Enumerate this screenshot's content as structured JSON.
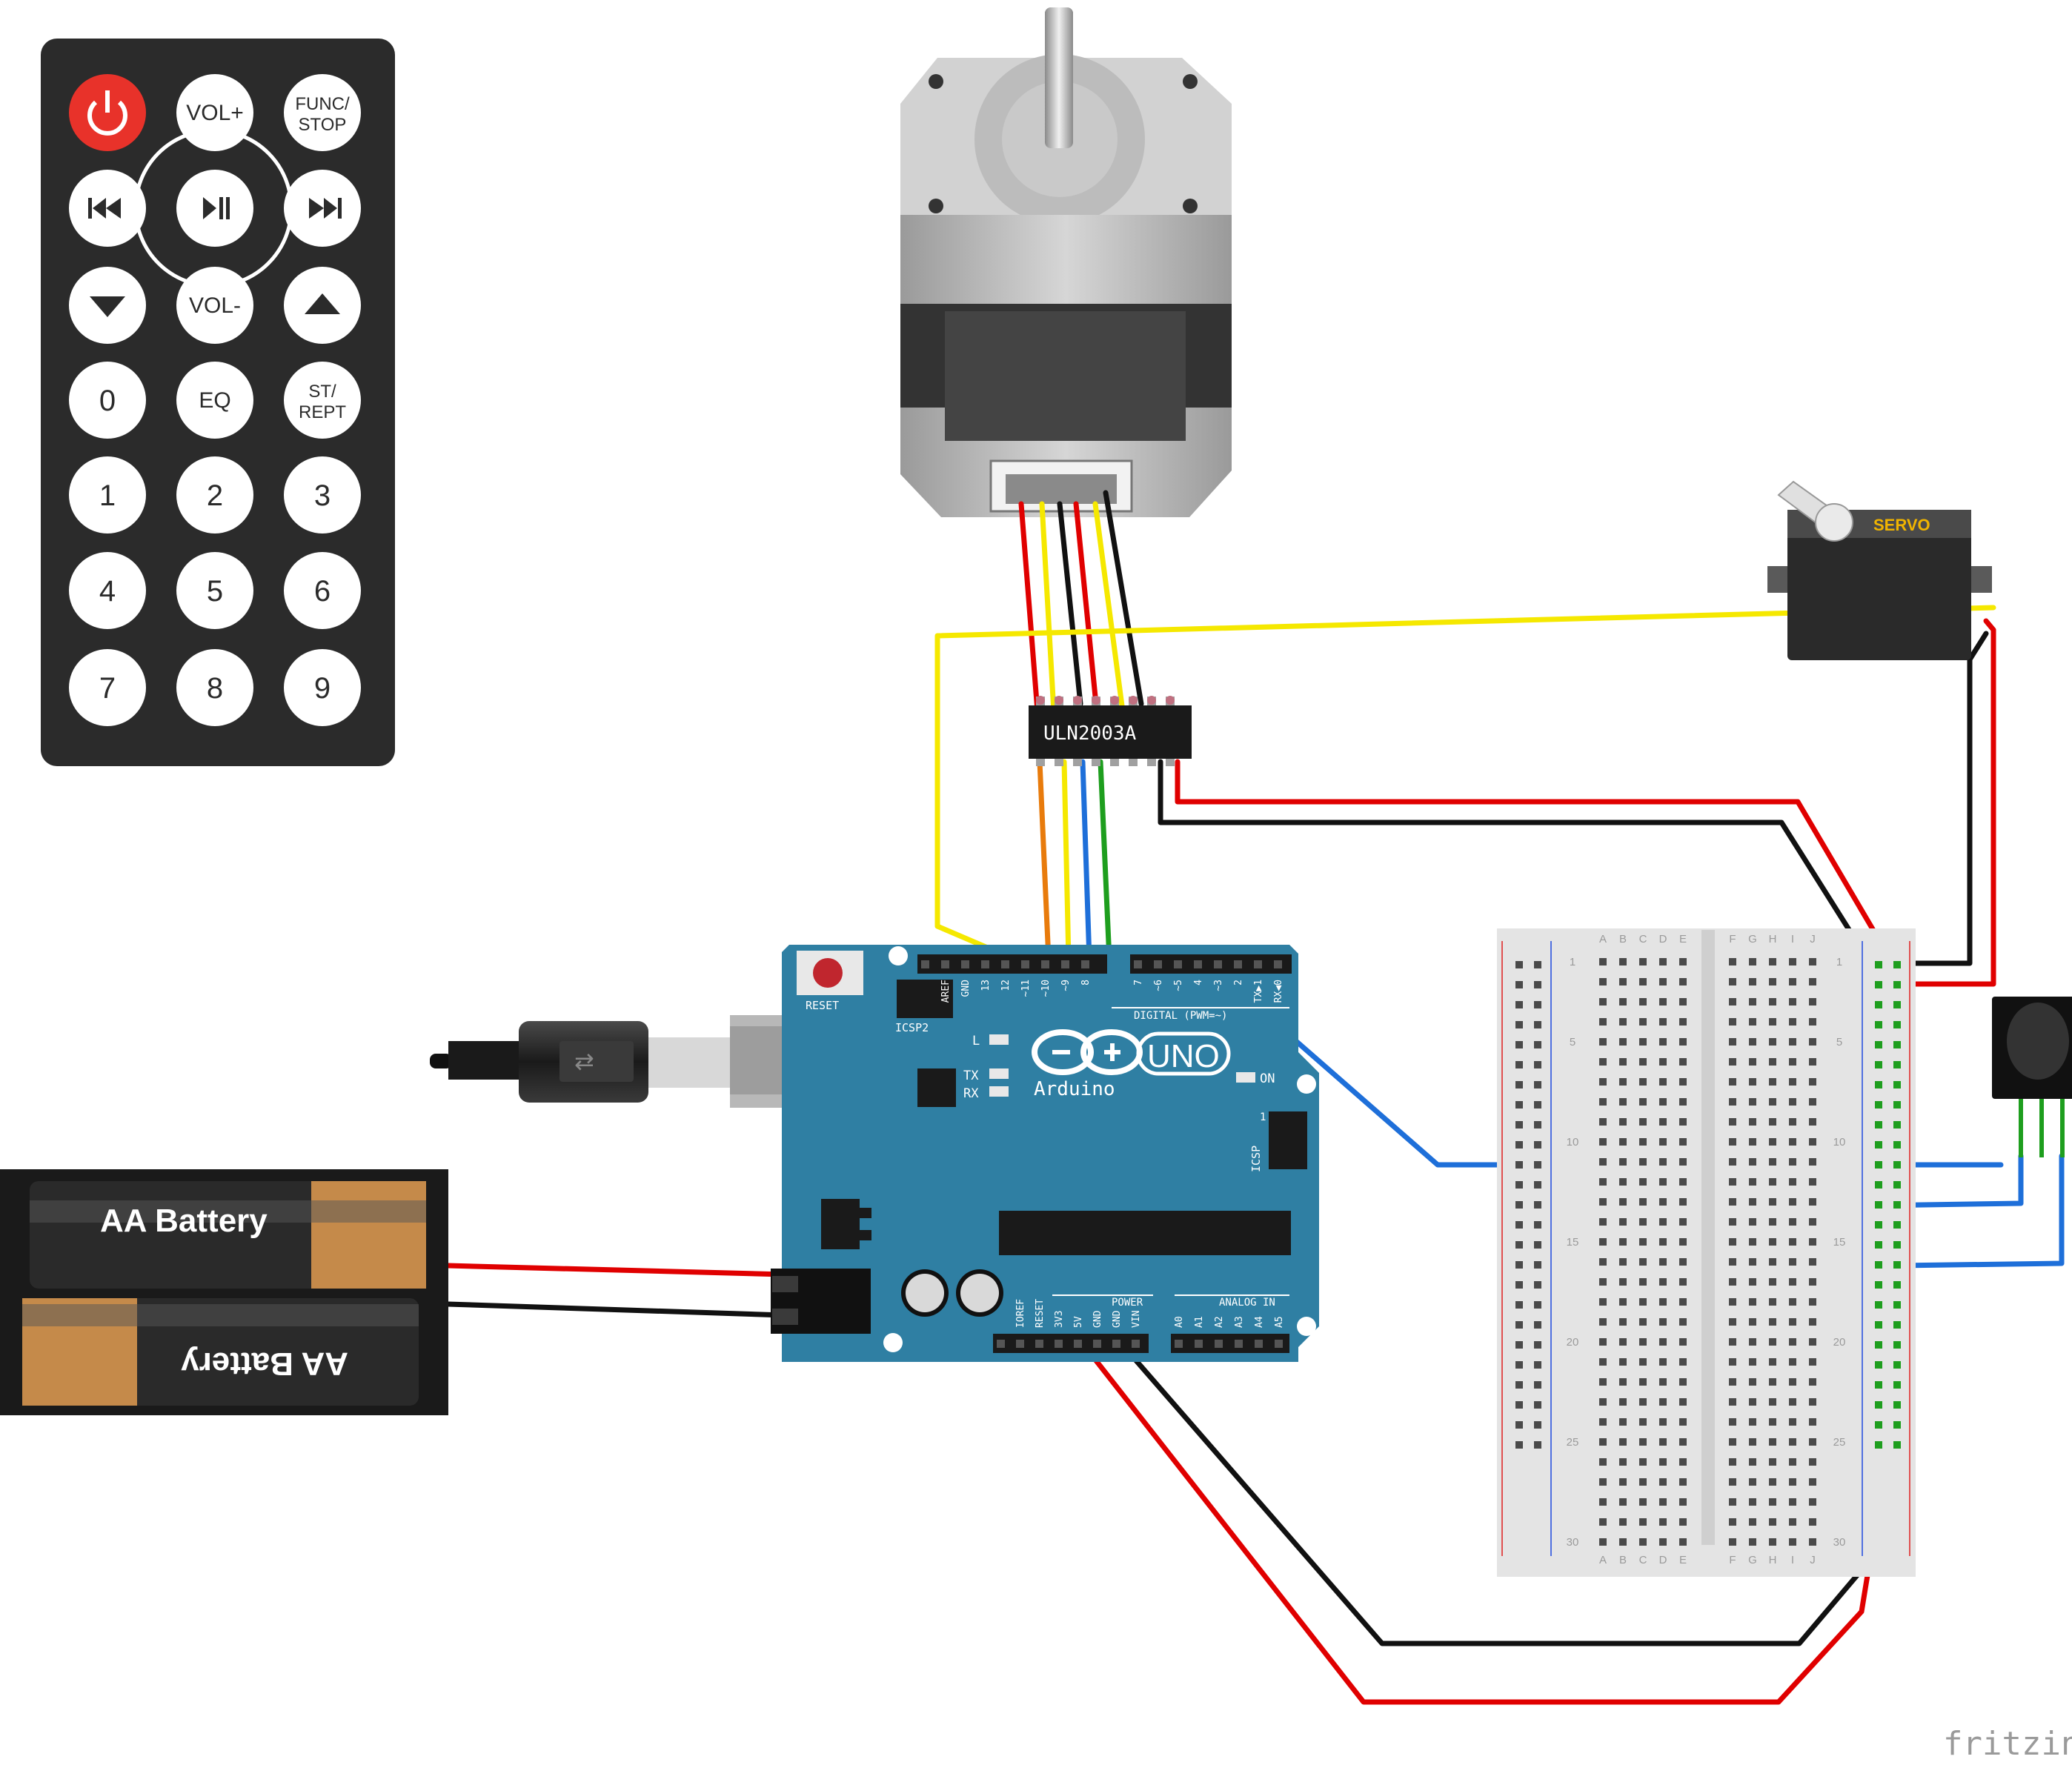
{
  "remote": {
    "buttons": [
      {
        "label": "",
        "icon": "power-icon"
      },
      {
        "label": "VOL+"
      },
      {
        "label": "FUNC/",
        "label2": "STOP"
      },
      {
        "label": "",
        "icon": "previous-icon"
      },
      {
        "label": "",
        "icon": "play-pause-icon"
      },
      {
        "label": "",
        "icon": "next-icon"
      },
      {
        "label": "",
        "icon": "down-arrow-icon"
      },
      {
        "label": "VOL-"
      },
      {
        "label": "",
        "icon": "up-arrow-icon"
      },
      {
        "label": "0"
      },
      {
        "label": "EQ"
      },
      {
        "label": "ST/",
        "label2": "REPT"
      },
      {
        "label": "1"
      },
      {
        "label": "2"
      },
      {
        "label": "3"
      },
      {
        "label": "4"
      },
      {
        "label": "5"
      },
      {
        "label": "6"
      },
      {
        "label": "7"
      },
      {
        "label": "8"
      },
      {
        "label": "9"
      }
    ]
  },
  "battery": {
    "label_top": "AA Battery",
    "label_bottom": "AA Battery"
  },
  "driver_chip": {
    "label": "ULN2003A"
  },
  "servo": {
    "label": "SERVO"
  },
  "arduino": {
    "reset": "RESET",
    "icsp2": "ICSP2",
    "icsp": "ICSP",
    "icsp_pin": "1",
    "digital": "DIGITAL (PWM=~)",
    "led_l": "L",
    "led_tx": "TX",
    "led_rx": "RX",
    "on": "ON",
    "uno": "UNO",
    "brand": "Arduino",
    "power": "POWER",
    "analog": "ANALOG IN",
    "top_pins": [
      "AREF",
      "GND",
      "13",
      "12",
      "~11",
      "~10",
      "~9",
      "8",
      "7",
      "~6",
      "~5",
      "4",
      "~3",
      "2",
      "TX▶1",
      "RX◀0"
    ],
    "bottom_pins": [
      "IOREF",
      "RESET",
      "3V3",
      "5V",
      "GND",
      "GND",
      "VIN",
      "A0",
      "A1",
      "A2",
      "A3",
      "A4",
      "A5"
    ]
  },
  "breadboard": {
    "cols_left": [
      "A",
      "B",
      "C",
      "D",
      "E"
    ],
    "cols_right": [
      "F",
      "G",
      "H",
      "I",
      "J"
    ],
    "rows": [
      "1",
      "5",
      "10",
      "15",
      "20",
      "25",
      "30"
    ]
  },
  "watermark": "fritzing",
  "colors": {
    "arduino": "#2f7fa3",
    "wire_red": "#e00000",
    "wire_black": "#111111",
    "wire_yellow": "#f5e800",
    "wire_blue": "#1e6fd9",
    "wire_green": "#1e9e1e",
    "wire_orange": "#e87b0c",
    "remote_body": "#2b2b2b",
    "power_button": "#e8322a"
  }
}
